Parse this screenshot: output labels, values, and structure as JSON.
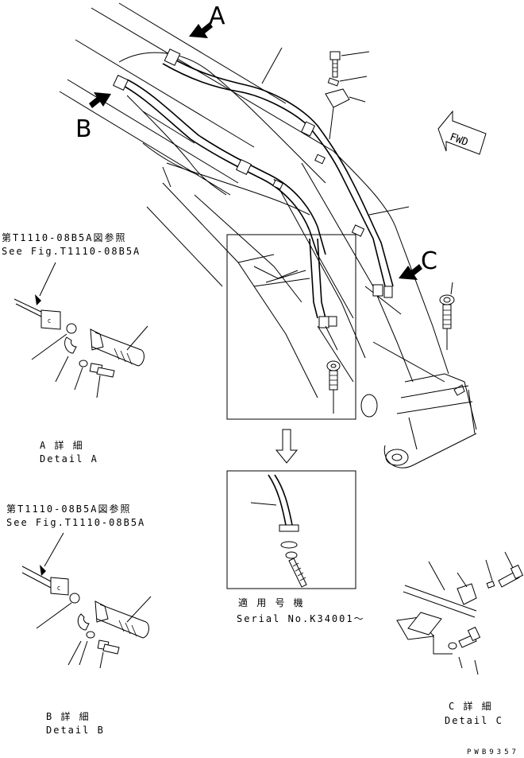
{
  "callouts": {
    "a": "A",
    "b": "B",
    "c": "C"
  },
  "fwd_label": "FWD",
  "details": {
    "a": {
      "ref_jp": "第T1110-08B5A図参照",
      "ref_en": "See Fig.T1110-08B5A",
      "title_jp": "A 詳 細",
      "title_en": "Detail A"
    },
    "b": {
      "ref_jp": "第T1110-08B5A図参照",
      "ref_en": "See Fig.T1110-08B5A",
      "title_jp": "B 詳 細",
      "title_en": "Detail B"
    },
    "c": {
      "title_jp": "C 詳 細",
      "title_en": "Detail C"
    }
  },
  "serial": {
    "jp": "適 用 号 機",
    "en": "Serial No.K34001～"
  },
  "drawing_code": "PWB9357"
}
